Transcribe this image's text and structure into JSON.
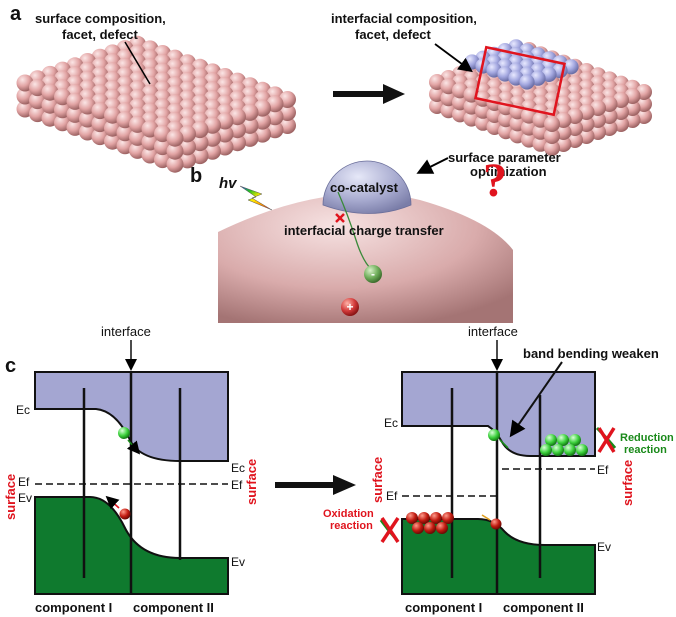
{
  "panel_a": {
    "label": "a",
    "left_caption": [
      "surface composition,",
      "facet, defect"
    ],
    "right_caption": [
      "interfacial composition,",
      "facet, defect"
    ]
  },
  "panel_b": {
    "label": "b",
    "light": "hv",
    "cocatalyst": "co-catalyst",
    "optimization": [
      "surface parameter",
      "optimization"
    ],
    "question": "?",
    "transfer": "interfacial charge transfer",
    "electron_sign": "-",
    "hole_sign": "+"
  },
  "panel_c": {
    "label": "c",
    "left": {
      "interface": "interface",
      "ec_left": "Ec",
      "ec_right": "Ec",
      "ef_left": "Ef",
      "ef_right": "Ef",
      "ev_left": "Ev",
      "ev_right": "Ev",
      "surface_left": "surface",
      "surface_right": "surface",
      "component_1": "component I",
      "component_2": "component II"
    },
    "right": {
      "interface": "interface",
      "band_bending": "band bending weaken",
      "ec": "Ec",
      "ef_left": "Ef",
      "ef_right": "Ef",
      "ev": "Ev",
      "surface_left": "surface",
      "surface_right": "surface",
      "reduction": [
        "Reduction",
        "reaction"
      ],
      "oxidation": [
        "Oxidation",
        "reaction"
      ],
      "component_1": "component I",
      "component_2": "component II"
    }
  },
  "colors": {
    "atom": "#e6a9a9",
    "cocatalyst_atom": "#a9aee6",
    "conduction_band": "#a4a6d2",
    "valence_band": "#0f7a2e",
    "electron": "#3ee03e",
    "hole": "#b3140c",
    "accent_red": "#e0141e"
  }
}
